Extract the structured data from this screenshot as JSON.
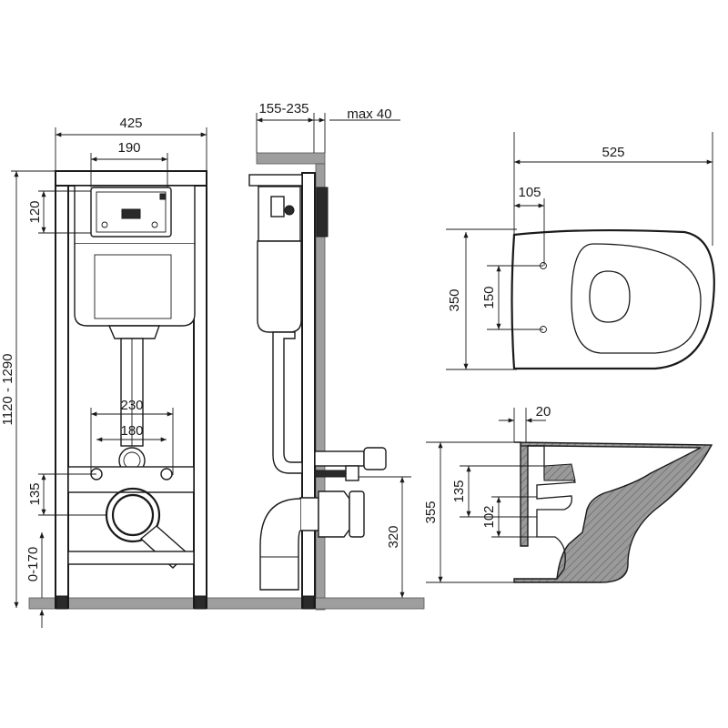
{
  "dimensions": {
    "frame_width": "425",
    "button_width": "190",
    "button_height": "120",
    "frame_height": "1120 - 1290",
    "pipe_spacing_outer": "230",
    "pipe_spacing_inner": "180",
    "pipe_height": "135",
    "floor_adjust": "0-170",
    "wall_depth": "155-235",
    "max_cladding": "max 40",
    "drain_height": "320",
    "bowl_length": "525",
    "bolt_offset": "105",
    "bowl_width": "350",
    "bolt_spacing": "150",
    "rim_offset": "20",
    "outlet_height": "135",
    "inlet_height": "102",
    "bowl_height": "355"
  },
  "colors": {
    "line": "#1a1a1a",
    "wall": "#9e9e9e"
  }
}
